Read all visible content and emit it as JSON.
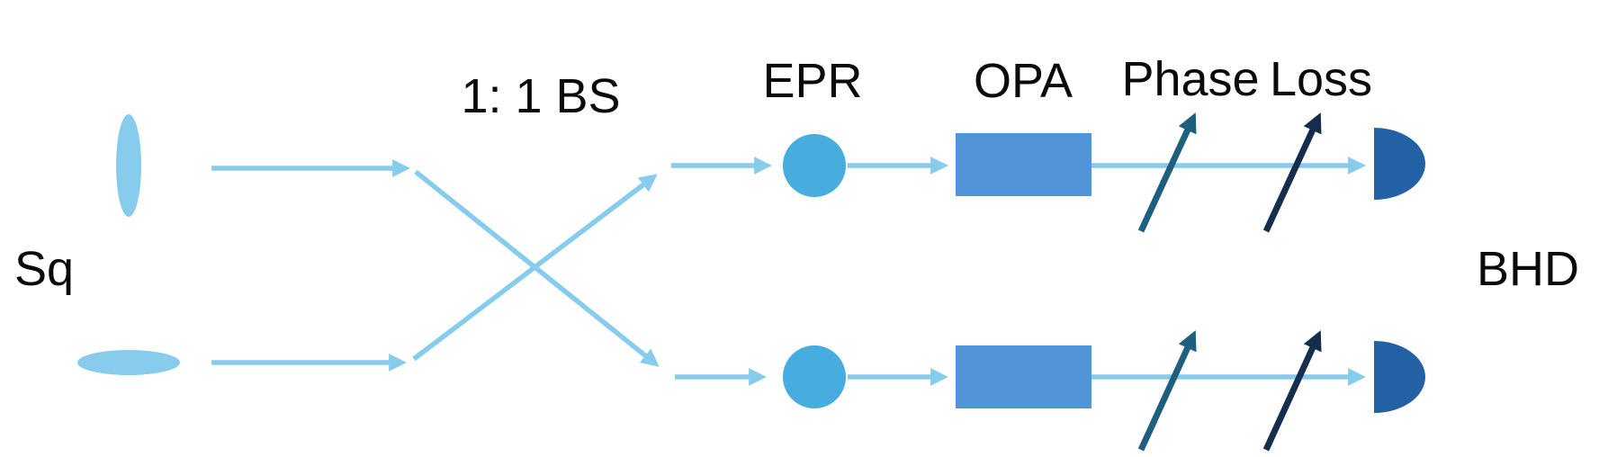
{
  "diagram": {
    "labels": {
      "squeezed": "Sq",
      "beam_splitter": "1: 1 BS",
      "epr": "EPR",
      "opa": "OPA",
      "phase": "Phase",
      "loss": "Loss",
      "detector": "BHD"
    },
    "colors": {
      "beam": "#87CCEC",
      "epr_circle": "#47ADDF",
      "opa_box": "#5194D8",
      "detector": "#2161A4",
      "phase_arrow": "#1E5F80",
      "loss_arrow": "#152E4D",
      "label_text": "#0a0a0a"
    }
  }
}
